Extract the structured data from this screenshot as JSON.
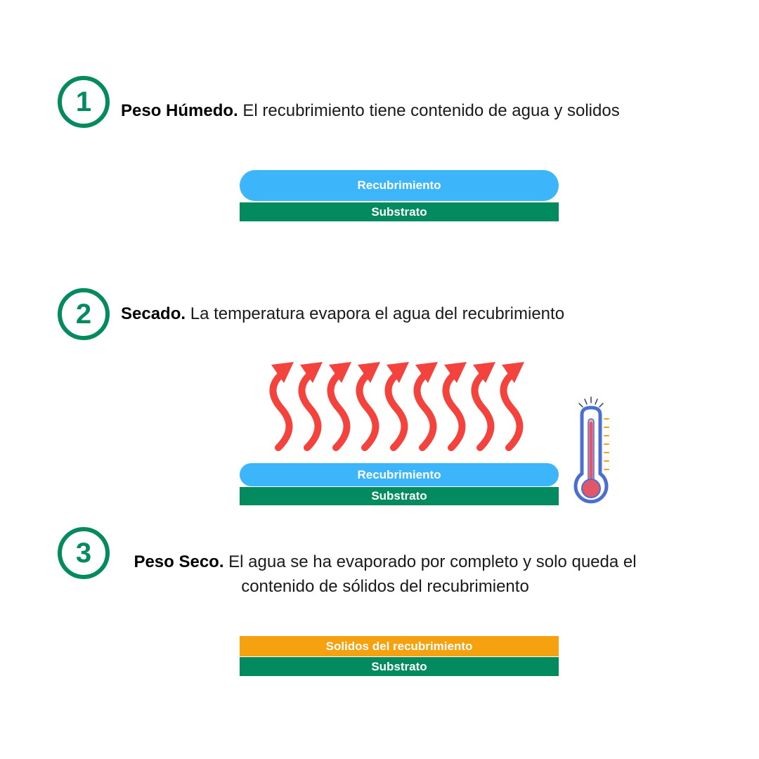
{
  "colors": {
    "accent_green": "#038a5e",
    "coating_blue": "#3cb5fb",
    "solids_orange": "#f6a10f",
    "heat_red": "#f3433c",
    "thermo_blue": "#4a6fd0",
    "thermo_red": "#e2566a"
  },
  "steps": [
    {
      "number": "1",
      "title": "Peso Húmedo.",
      "text": " El recubrimiento tiene contenido de agua y solidos",
      "layers": {
        "coating": "Recubrimiento",
        "substrate": "Substrato"
      }
    },
    {
      "number": "2",
      "title": "Secado.",
      "text": " La temperatura evapora el agua del recubrimiento",
      "layers": {
        "coating": "Recubrimiento",
        "substrate": "Substrato"
      },
      "icons": {
        "heat": "heat-wave-arrow-icon",
        "thermometer": "thermometer-icon"
      }
    },
    {
      "number": "3",
      "title": "Peso Seco.",
      "text": " El agua se ha evaporado por completo y solo queda el contenido de sólidos del recubrimiento",
      "layers": {
        "solids": "Solidos del recubrimiento",
        "substrate": "Substrato"
      }
    }
  ]
}
